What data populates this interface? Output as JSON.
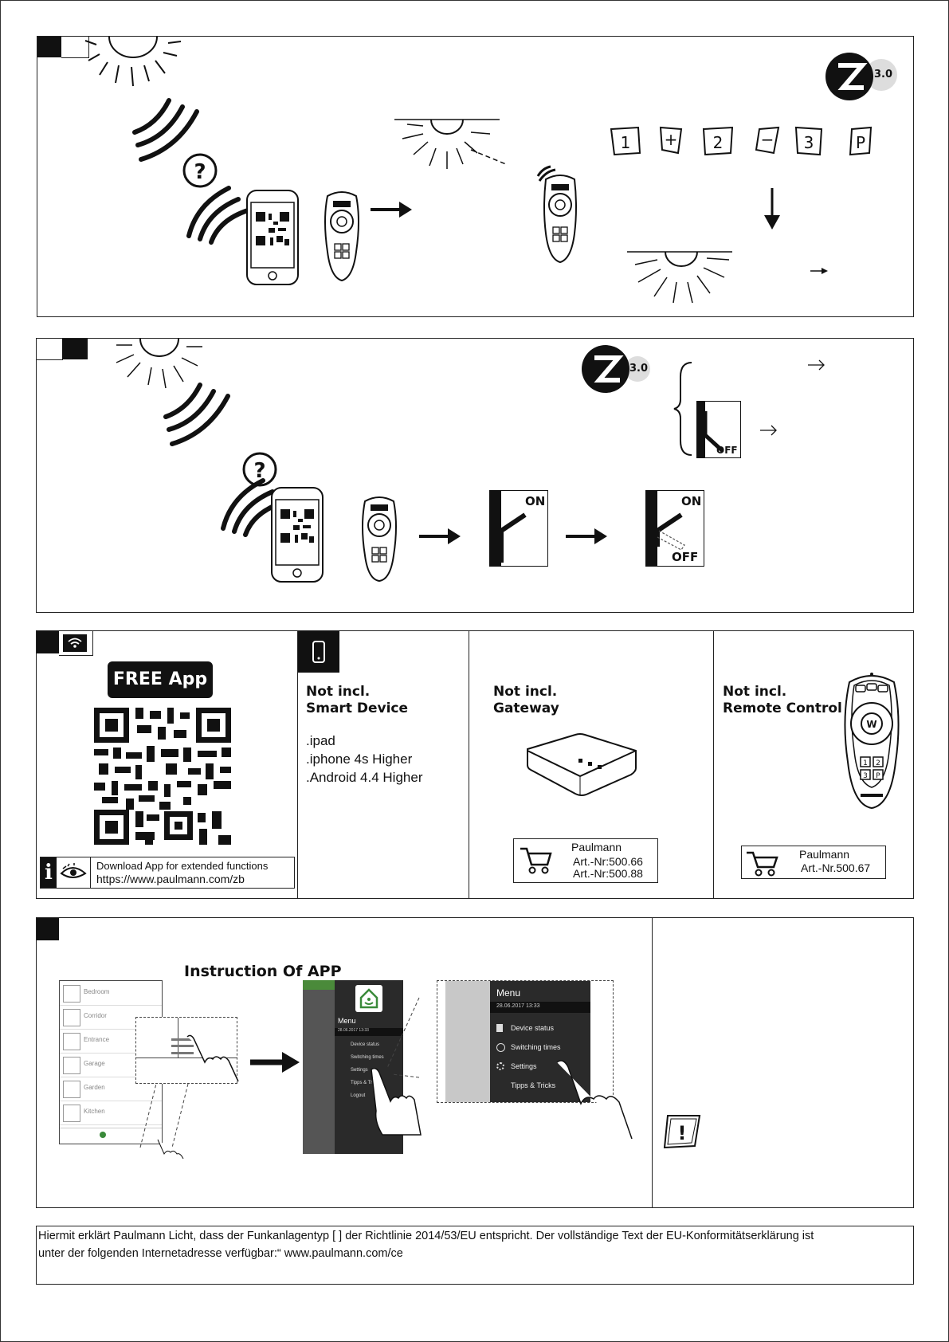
{
  "zigbee": {
    "version": "3.0"
  },
  "switch": {
    "on": "ON",
    "off": "OFF"
  },
  "app": {
    "badge": "FREE App",
    "download_text": "Download App for extended functions",
    "download_url": "https://www.paulmann.com/zb"
  },
  "smart_device": {
    "title_line1": "Not incl.",
    "title_line2": "Smart Device",
    "items": [
      ".ipad",
      ".iphone 4s Higher",
      ".Android 4.4 Higher"
    ]
  },
  "gateway": {
    "title_line1": "Not incl.",
    "title_line2": "Gateway",
    "brand": "Paulmann",
    "art1": "Art.-Nr:500.66",
    "art2": "Art.-Nr:500.88"
  },
  "remote": {
    "title_line1": "Not incl.",
    "title_line2": "Remote Control",
    "brand": "Paulmann",
    "art": "Art.-Nr.500.67"
  },
  "instruction": {
    "title": "Instruction Of APP",
    "rooms": [
      "Bedroom",
      "Corridor",
      "Entrance",
      "Garage",
      "Garden",
      "Kitchen"
    ],
    "menu_title": "Menu",
    "datetime": "28.06.2017 13:33",
    "menu_items": [
      "Device status",
      "Switching times",
      "Settings",
      "Tipps & Tricks",
      "Logout"
    ]
  },
  "declaration": {
    "line1": "Hiermit erklärt Paulmann Licht, dass der Funkanlagentyp [          ] der Richtlinie 2014/53/EU entspricht. Der vollständige Text der EU-Konformitätserklärung ist",
    "line2": "unter der folgenden Internetadresse verfügbar:“ www.paulmann.com/ce"
  }
}
